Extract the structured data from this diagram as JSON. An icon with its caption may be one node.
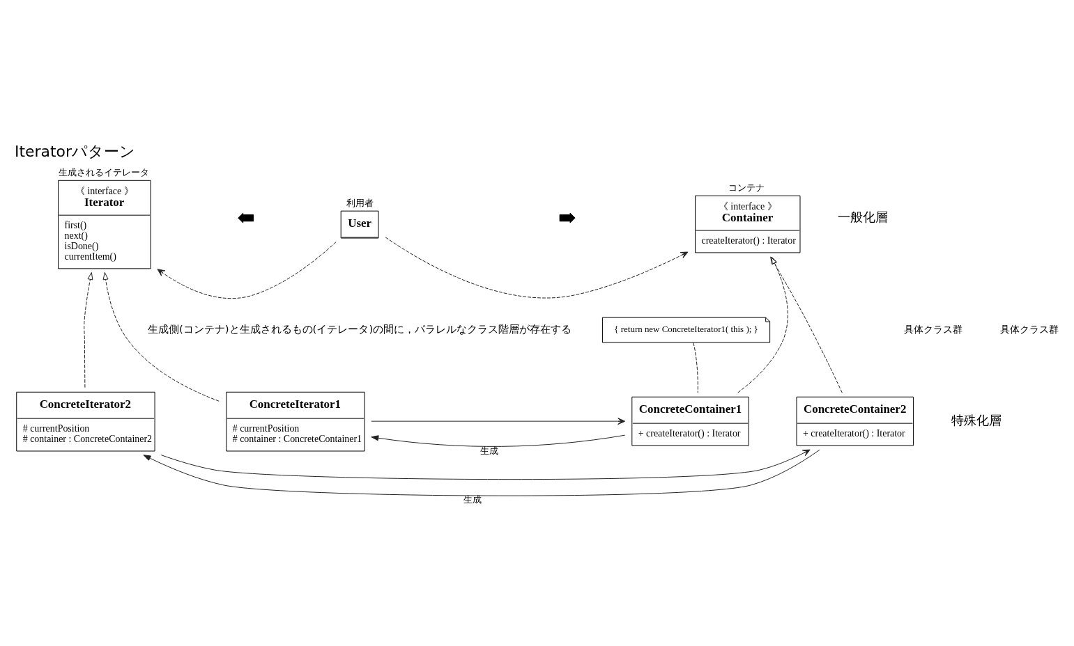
{
  "diagram": {
    "title": "Iteratorパターン",
    "nodes": [
      {
        "text": [
          "生成されるイテレータ",
          "《 interface 》",
          "Iterator",
          "first()",
          "next()",
          "isDone()",
          "currentItem()"
        ]
      },
      {
        "text": [
          "利用者",
          "User"
        ]
      },
      {
        "text": [
          "コンテナ",
          "《 interface 》",
          "Container",
          "createIterator() : Iterator"
        ]
      },
      {
        "text": [
          "ConcreteIterator2",
          "# currentPosition",
          "# container : ConcreteContainer2"
        ]
      },
      {
        "text": [
          "ConcreteIterator1",
          "# currentPosition",
          "# container : ConcreteContainer1"
        ]
      },
      {
        "text": [
          "{ return new ConcreteIterator1( this ); }"
        ]
      },
      {
        "text": [
          "ConcreteContainer1",
          "+ createIterator() : Iterator"
        ]
      },
      {
        "text": [
          "ConcreteContainer2",
          "+ createIterator() : Iterator"
        ]
      }
    ],
    "edges": [
      {
        "from": 1,
        "to": 0,
        "arrow": "to",
        "style": "dashed"
      },
      {
        "from": 1,
        "to": 2,
        "arrow": "to",
        "style": "dashed"
      },
      {
        "from": 3,
        "to": 0,
        "arrow": "to",
        "style": "dashed"
      },
      {
        "from": 4,
        "to": 0,
        "arrow": "to",
        "style": "dashed"
      },
      {
        "from": 6,
        "to": 2,
        "arrow": "to",
        "style": "dashed"
      },
      {
        "from": 7,
        "to": 2,
        "arrow": "to",
        "style": "dashed"
      },
      {
        "from": 5,
        "to": 6,
        "arrow": "none",
        "style": "dashed"
      },
      {
        "from": 4,
        "to": 6,
        "arrow": "to"
      },
      {
        "from": 6,
        "to": 4,
        "arrow": "to",
        "label": "生成"
      },
      {
        "from": 3,
        "to": 7,
        "arrow": "to"
      },
      {
        "from": 7,
        "to": 3,
        "arrow": "to",
        "label": "生成"
      }
    ],
    "labels": [
      "生成側(コンテナ)と生成されるもの(イテレータ)の間に，パラレルなクラス階層が存在する",
      "一般化層",
      "特殊化層",
      "具体クラス群",
      "具体クラス群"
    ]
  }
}
